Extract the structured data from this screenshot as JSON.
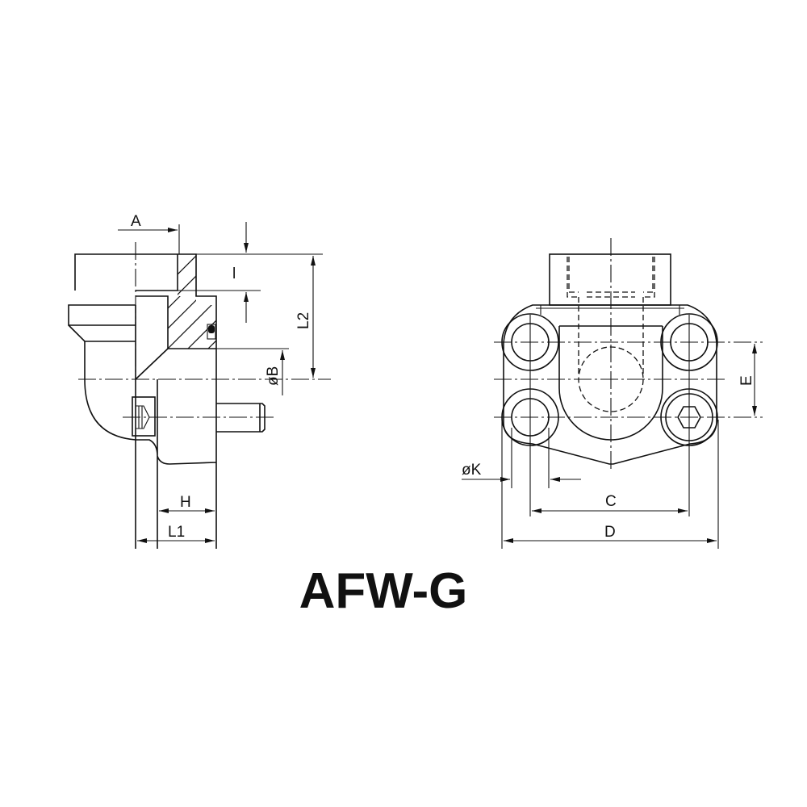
{
  "title": "AFW-G",
  "side_view": {
    "dimensions": {
      "A": "A",
      "l": "l",
      "L2": "L2",
      "B": "øB",
      "H": "H",
      "L1": "L1"
    }
  },
  "front_view": {
    "dimensions": {
      "E": "E",
      "K": "øK",
      "C": "C",
      "D": "D"
    }
  },
  "colors": {
    "line": "#111111",
    "background": "#ffffff"
  }
}
